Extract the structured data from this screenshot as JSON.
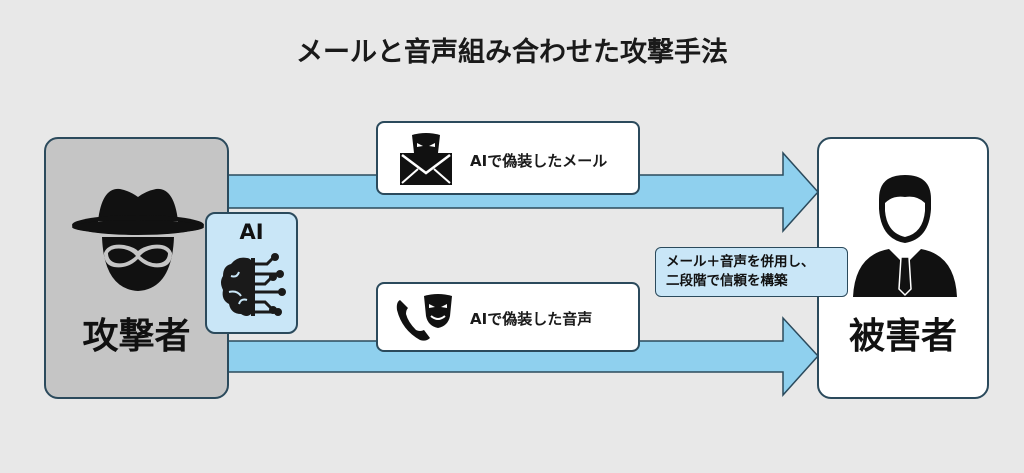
{
  "title": "メールと音声組み合わせた攻撃手法",
  "attacker": {
    "label": "攻撃者",
    "icon": "hacker-hat-mask-icon"
  },
  "victim": {
    "label": "被害者",
    "icon": "businessman-icon"
  },
  "ai_box": {
    "label": "AI",
    "icon": "brain-circuit-icon"
  },
  "email_message": {
    "label": "AIで偽装したメール",
    "icon": "envelope-mask-icon"
  },
  "voice_message": {
    "label": "AIで偽装した音声",
    "icon": "phone-mask-icon"
  },
  "callout": {
    "line1": "メール＋音声を併用し、",
    "line2": "二段階で信頼を構築"
  },
  "colors": {
    "arrow_fill": "#8fd0ee",
    "border": "#2b4a5c",
    "ai_box": "#c9e6f7",
    "attacker_box": "#c5c5c5"
  }
}
